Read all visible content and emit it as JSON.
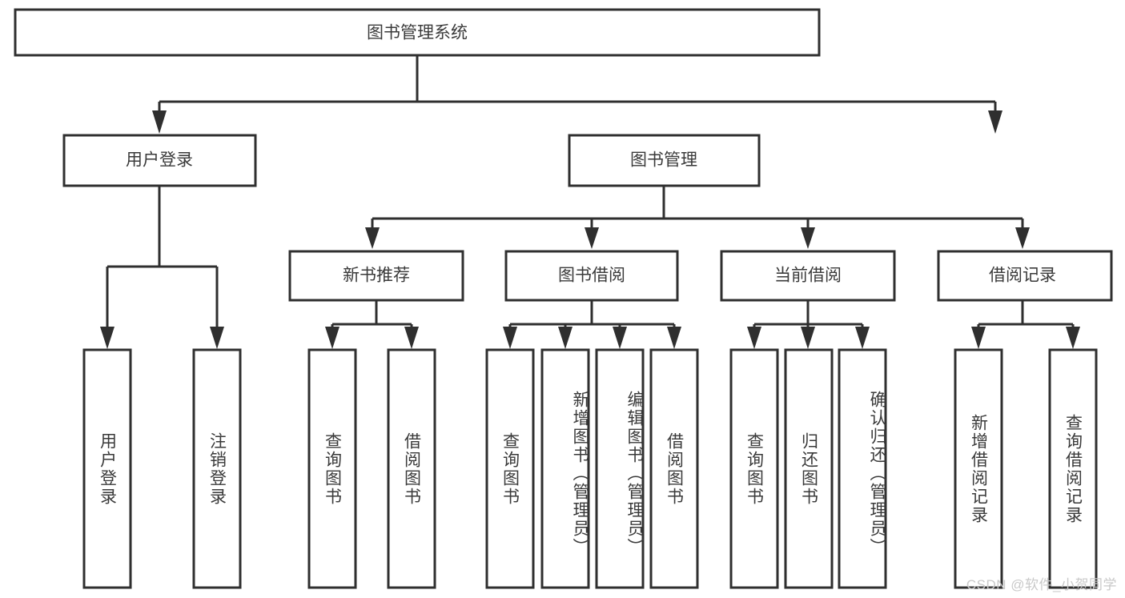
{
  "diagram": {
    "title_node": {
      "label": "图书管理系统"
    },
    "level1": [
      {
        "label": "用户登录"
      },
      {
        "label": "图书管理"
      }
    ],
    "level2": [
      {
        "label": "新书推荐"
      },
      {
        "label": "图书借阅"
      },
      {
        "label": "当前借阅"
      },
      {
        "label": "借阅记录"
      }
    ],
    "leaves": {
      "user_login": [
        {
          "label": "用户登录"
        },
        {
          "label": "注销登录"
        }
      ],
      "new_book": [
        {
          "label": "查询图书"
        },
        {
          "label": "借阅图书"
        }
      ],
      "book_borrow": [
        {
          "label": "查询图书"
        },
        {
          "label": "新增图书（管理员）"
        },
        {
          "label": "编辑图书（管理员）"
        },
        {
          "label": "借阅图书"
        }
      ],
      "current_borrow": [
        {
          "label": "查询图书"
        },
        {
          "label": "归还图书"
        },
        {
          "label": "确认归还（管理员）"
        }
      ],
      "borrow_record": [
        {
          "label": "新增借阅记录"
        },
        {
          "label": "查询借阅记录"
        }
      ]
    }
  },
  "watermark": {
    "text": "CSDN @软件_小贺同学"
  },
  "colors": {
    "stroke": "#2f2f2f",
    "box_fill": "#ffffff",
    "text": "#3a3a3a",
    "watermark": "#c9c9c9",
    "background": "#ffffff"
  }
}
